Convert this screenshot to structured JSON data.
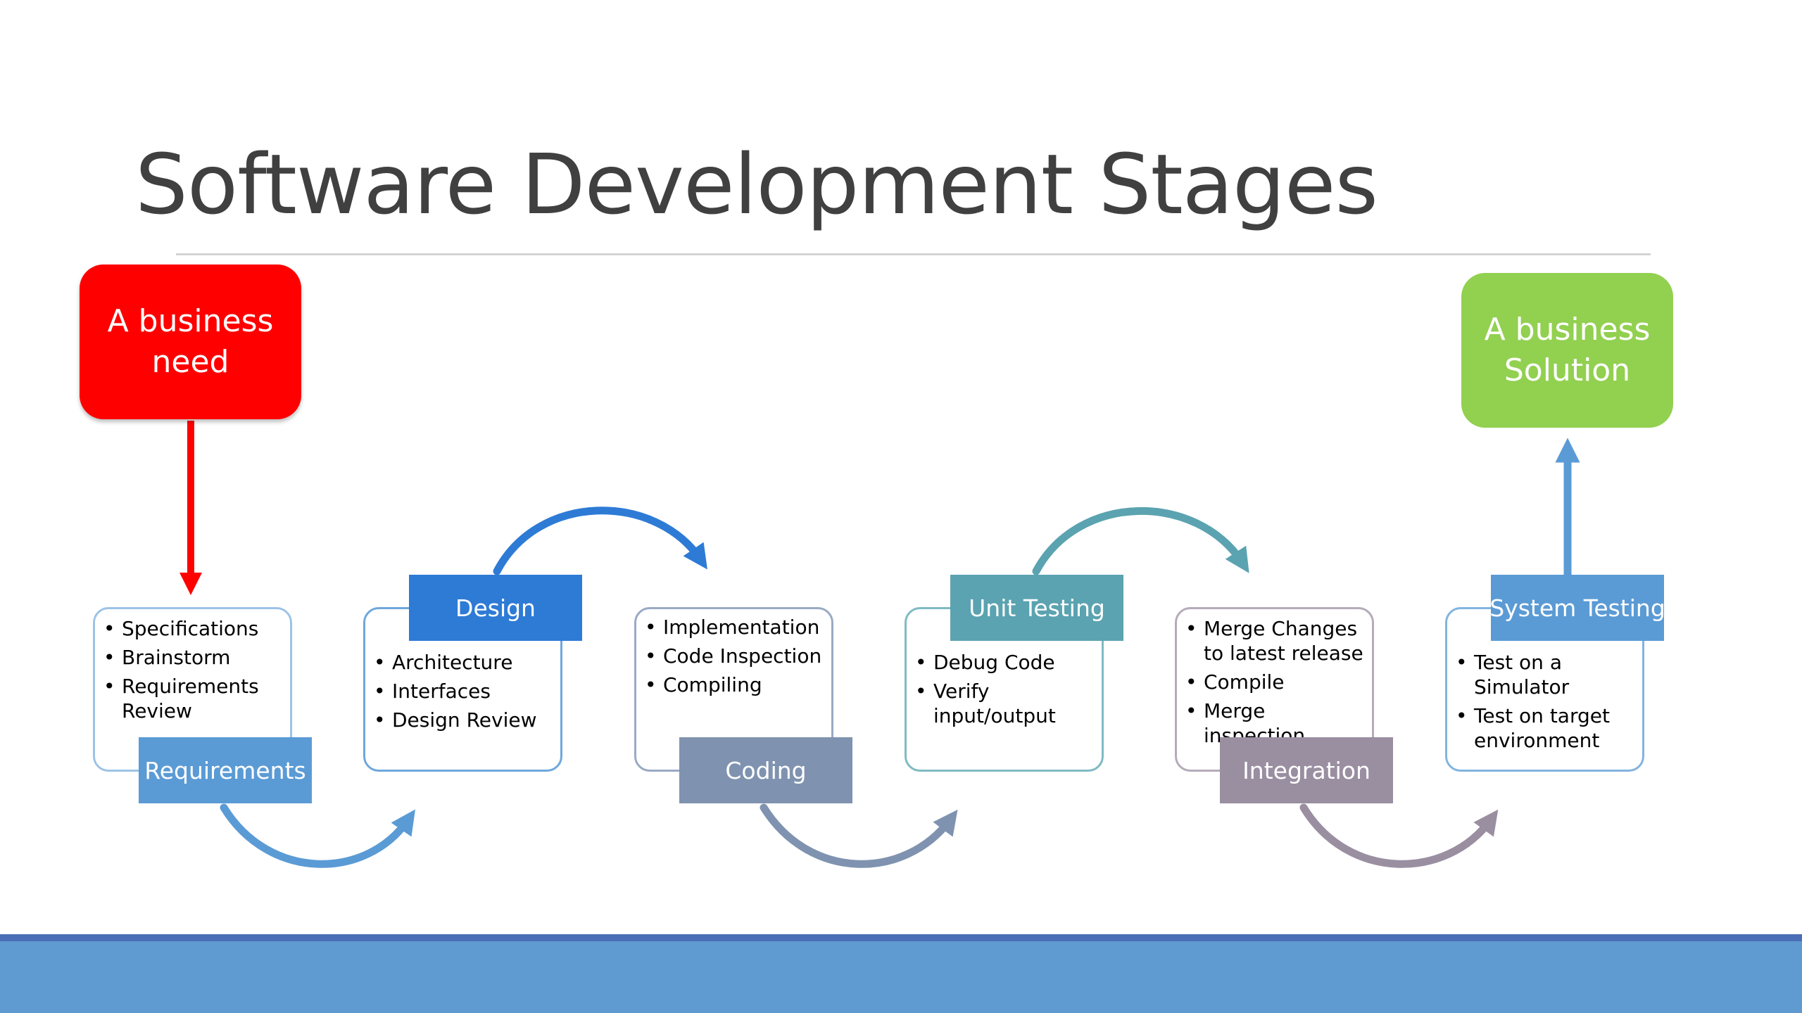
{
  "title": "Software Development Stages",
  "start": {
    "label": "A business\nneed",
    "color": "#ff0000"
  },
  "end": {
    "label": "A business\nSolution",
    "color": "#92d050"
  },
  "stages": [
    {
      "label": "Requirements",
      "color": "#5b9bd5",
      "border": "#9dc3e6",
      "bullets": [
        "Specifications",
        "Brainstorm",
        "Requirements Review"
      ]
    },
    {
      "label": "Design",
      "color": "#2e7bd6",
      "border": "#6fa8dc",
      "bullets": [
        "Architecture",
        "Interfaces",
        "Design Review"
      ]
    },
    {
      "label": "Coding",
      "color": "#7f93b0",
      "border": "#9aaac4",
      "bullets": [
        "Implementation",
        "Code Inspection",
        "Compiling"
      ]
    },
    {
      "label": "Unit Testing",
      "color": "#5ba3b0",
      "border": "#7fbac3",
      "bullets": [
        "Debug Code",
        "Verify input/output"
      ]
    },
    {
      "label": "Integration",
      "color": "#9a8ea1",
      "border": "#b5abba",
      "bullets": [
        "Merge Changes to latest release",
        "Compile",
        "Merge inspection"
      ]
    },
    {
      "label": "System Testing",
      "color": "#5b9bd5",
      "border": "#82b4e0",
      "bullets": [
        "Test on a Simulator",
        "Test on target environment"
      ]
    }
  ],
  "colors": {
    "title": "#404040",
    "footer_bar": "#5f9bd1",
    "footer_line": "#4a6fb6",
    "arrow_need": "#ff0000",
    "arrow_solution": "#5b9bd5"
  }
}
